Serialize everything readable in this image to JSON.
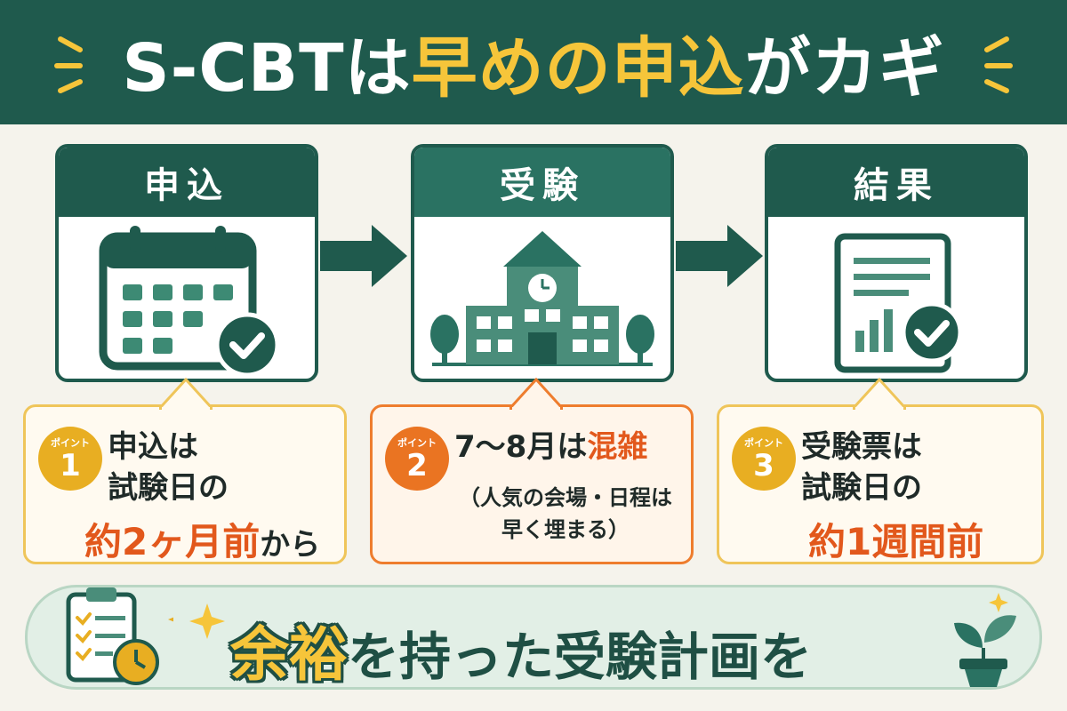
{
  "header": {
    "title_part1": "S-CBTは",
    "title_highlight": "早めの申込",
    "title_part2": "がカギ"
  },
  "steps": [
    {
      "label": "申込",
      "icon": "calendar-check-icon"
    },
    {
      "label": "受験",
      "icon": "school-building-icon"
    },
    {
      "label": "結果",
      "icon": "result-report-icon"
    }
  ],
  "points": [
    {
      "badge_label": "ポイント",
      "badge_num": "1",
      "lines": [
        "申込は",
        "試験日の"
      ],
      "em": "約2ヶ月前",
      "tail": "から"
    },
    {
      "badge_label": "ポイント",
      "badge_num": "2",
      "line1": "7〜8月は",
      "em": "混雑",
      "note1": "（人気の会場・日程は",
      "note2": "早く埋まる）"
    },
    {
      "badge_label": "ポイント",
      "badge_num": "3",
      "lines": [
        "受験票は",
        "試験日の"
      ],
      "em": "約1週間前"
    }
  ],
  "footer": {
    "highlight": "余裕",
    "text": "を持った受験計画を"
  },
  "colors": {
    "primary": "#1f5a4d",
    "accent_yellow": "#f6c53a",
    "accent_orange": "#e2581c",
    "bubble_border": "#efc55a"
  }
}
